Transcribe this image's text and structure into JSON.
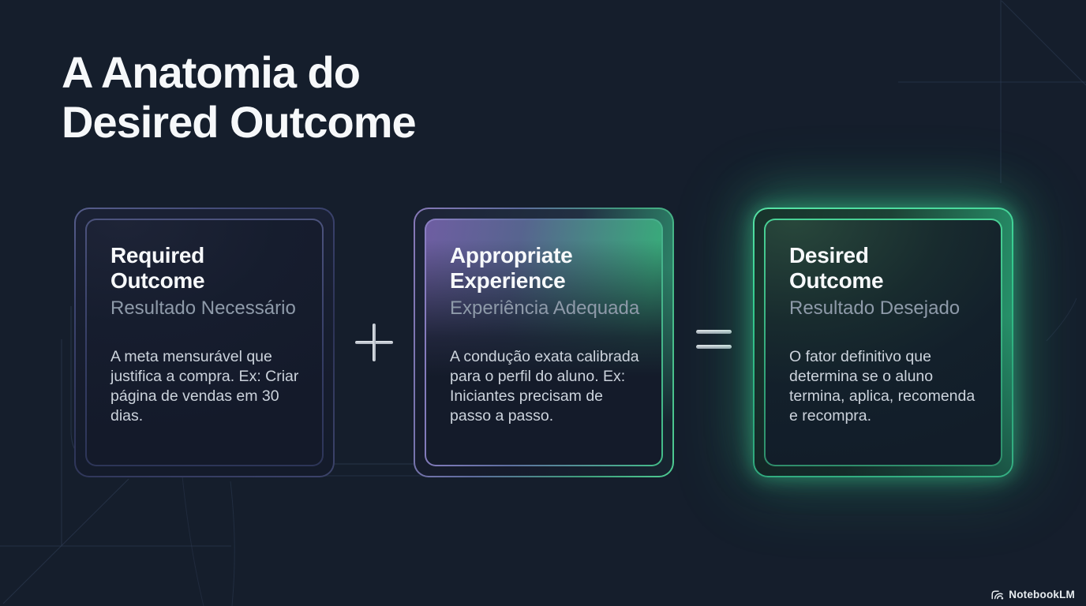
{
  "slide": {
    "title": "A Anatomia do\nDesired Outcome",
    "background_color": "#151e2c",
    "accent_green": "#3ed495",
    "accent_purple": "#8779b8",
    "accent_indigo": "#565d8b"
  },
  "cards": [
    {
      "title": "Required\nOutcome",
      "subtitle": "Resultado Necessário",
      "body": "A meta mensurável que justifica a compra. Ex: Criar página de vendas em 30 dias."
    },
    {
      "title": "Appropriate\nExperience",
      "subtitle": "Experiência Adequada",
      "body": "A condução exata calibrada para o perfil do aluno. Ex: Iniciantes precisam de passo a passo."
    },
    {
      "title": "Desired\nOutcome",
      "subtitle": "Resultado Desejado",
      "body": "O fator definitivo que determina se o aluno termina, aplica, recomenda e recompra."
    }
  ],
  "operators": {
    "plus": "+",
    "equals": "="
  },
  "footer": {
    "brand": "NotebookLM"
  }
}
